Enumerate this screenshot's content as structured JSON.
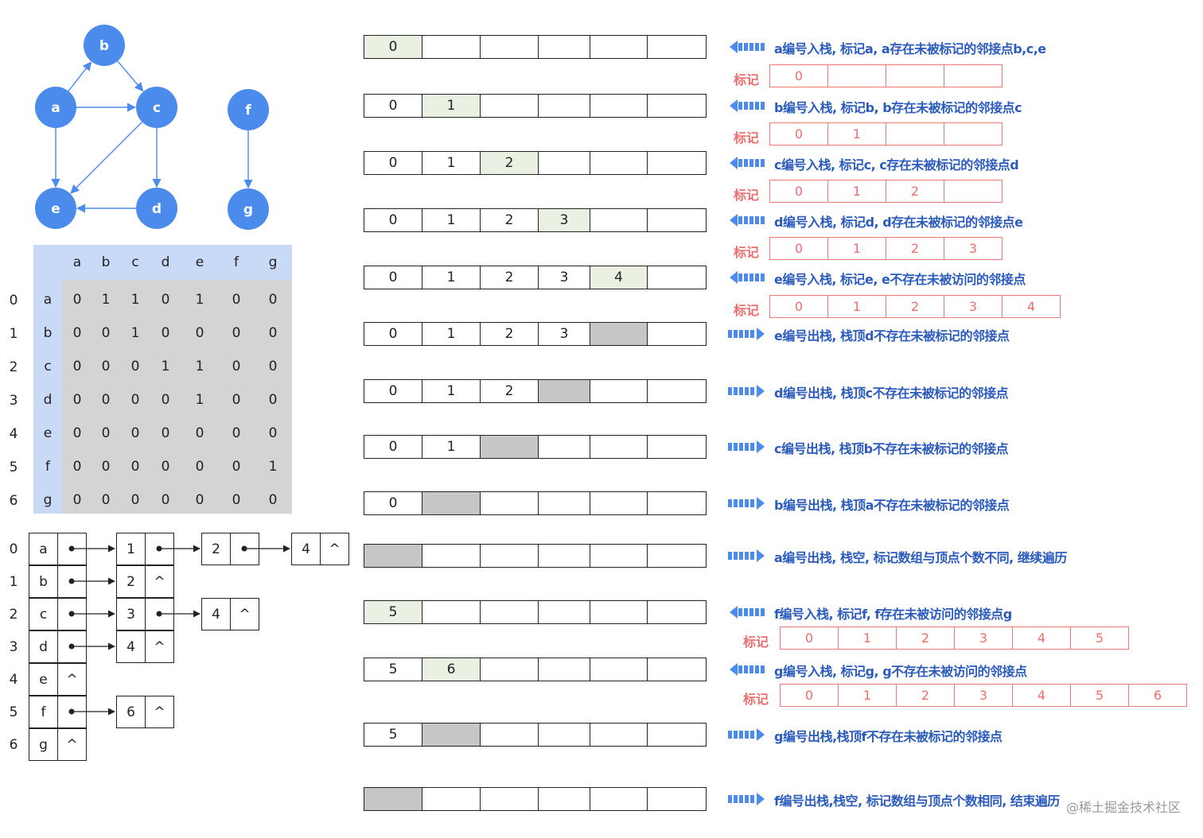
{
  "graph": {
    "nodes": [
      {
        "id": "a",
        "label": "a"
      },
      {
        "id": "b",
        "label": "b"
      },
      {
        "id": "c",
        "label": "c"
      },
      {
        "id": "d",
        "label": "d"
      },
      {
        "id": "e",
        "label": "e"
      },
      {
        "id": "f",
        "label": "f"
      },
      {
        "id": "g",
        "label": "g"
      }
    ],
    "edges": [
      [
        "a",
        "b"
      ],
      [
        "b",
        "c"
      ],
      [
        "a",
        "c"
      ],
      [
        "a",
        "e"
      ],
      [
        "c",
        "e"
      ],
      [
        "c",
        "d"
      ],
      [
        "d",
        "e"
      ],
      [
        "f",
        "g"
      ]
    ],
    "node_color": "#4a8bec"
  },
  "matrix": {
    "header": [
      "a",
      "b",
      "c",
      "d",
      "e",
      "f",
      "g"
    ],
    "row_index": [
      "0",
      "1",
      "2",
      "3",
      "4",
      "5",
      "6"
    ],
    "rows": [
      {
        "label": "a",
        "values": [
          "0",
          "1",
          "1",
          "0",
          "1",
          "0",
          "0"
        ]
      },
      {
        "label": "b",
        "values": [
          "0",
          "0",
          "1",
          "0",
          "0",
          "0",
          "0"
        ]
      },
      {
        "label": "c",
        "values": [
          "0",
          "0",
          "0",
          "1",
          "1",
          "0",
          "0"
        ]
      },
      {
        "label": "d",
        "values": [
          "0",
          "0",
          "0",
          "0",
          "1",
          "0",
          "0"
        ]
      },
      {
        "label": "e",
        "values": [
          "0",
          "0",
          "0",
          "0",
          "0",
          "0",
          "0"
        ]
      },
      {
        "label": "f",
        "values": [
          "0",
          "0",
          "0",
          "0",
          "0",
          "0",
          "1"
        ]
      },
      {
        "label": "g",
        "values": [
          "0",
          "0",
          "0",
          "0",
          "0",
          "0",
          "0"
        ]
      }
    ]
  },
  "adjlist": {
    "row_index": [
      "0",
      "1",
      "2",
      "3",
      "4",
      "5",
      "6"
    ],
    "rows": [
      {
        "label": "a",
        "nodes": [
          "1",
          "2",
          "4"
        ]
      },
      {
        "label": "b",
        "nodes": [
          "2"
        ]
      },
      {
        "label": "c",
        "nodes": [
          "3",
          "4"
        ]
      },
      {
        "label": "d",
        "nodes": [
          "4"
        ]
      },
      {
        "label": "e",
        "nodes": []
      },
      {
        "label": "f",
        "nodes": [
          "6"
        ]
      },
      {
        "label": "g",
        "nodes": []
      }
    ],
    "null_symbol": "^"
  },
  "mark_label": "标记",
  "steps": [
    {
      "stack": [
        "0"
      ],
      "state": "push",
      "dir": "left",
      "message": "a编号入栈, 标记a, a存在未被标记的邻接点b,c,e",
      "marks": [
        "0",
        "",
        "",
        ""
      ]
    },
    {
      "stack": [
        "0",
        "1"
      ],
      "state": "push",
      "dir": "left",
      "message": "b编号入栈, 标记b, b存在未被标记的邻接点c",
      "marks": [
        "0",
        "1",
        "",
        ""
      ]
    },
    {
      "stack": [
        "0",
        "1",
        "2"
      ],
      "state": "push",
      "dir": "left",
      "message": "c编号入栈, 标记c, c存在未被标记的邻接点d",
      "marks": [
        "0",
        "1",
        "2",
        ""
      ]
    },
    {
      "stack": [
        "0",
        "1",
        "2",
        "3"
      ],
      "state": "push",
      "dir": "left",
      "message": "d编号入栈, 标记d, d存在未被标记的邻接点e",
      "marks": [
        "0",
        "1",
        "2",
        "3"
      ]
    },
    {
      "stack": [
        "0",
        "1",
        "2",
        "3",
        "4"
      ],
      "state": "push",
      "dir": "left",
      "message": "e编号入栈, 标记e, e不存在未被访问的邻接点",
      "marks": [
        "0",
        "1",
        "2",
        "3",
        "4"
      ]
    },
    {
      "stack": [
        "0",
        "1",
        "2",
        "3"
      ],
      "state": "pop",
      "dir": "right",
      "message": "e编号出栈, 栈顶d不存在未被标记的邻接点"
    },
    {
      "stack": [
        "0",
        "1",
        "2"
      ],
      "state": "pop",
      "dir": "right",
      "message": "d编号出栈, 栈顶c不存在未被标记的邻接点"
    },
    {
      "stack": [
        "0",
        "1"
      ],
      "state": "pop",
      "dir": "right",
      "message": "c编号出栈, 栈顶b不存在未被标记的邻接点"
    },
    {
      "stack": [
        "0"
      ],
      "state": "pop",
      "dir": "right",
      "message": "b编号出栈, 栈顶a不存在未被标记的邻接点"
    },
    {
      "stack": [],
      "state": "pop",
      "dir": "right",
      "message": "a编号出栈, 栈空, 标记数组与顶点个数不同, 继续遍历"
    },
    {
      "stack": [
        "5"
      ],
      "state": "push",
      "dir": "left",
      "message": "f编号入栈, 标记f, f存在未被访问的邻接点g",
      "marks": [
        "0",
        "1",
        "2",
        "3",
        "4",
        "5"
      ]
    },
    {
      "stack": [
        "5",
        "6"
      ],
      "state": "push",
      "dir": "left",
      "message": "g编号入栈, 标记g, g不存在未被访问的邻接点",
      "marks": [
        "0",
        "1",
        "2",
        "3",
        "4",
        "5",
        "6"
      ]
    },
    {
      "stack": [
        "5"
      ],
      "state": "pop",
      "dir": "right",
      "message": "g编号出栈,栈顶f不存在未被标记的邻接点"
    },
    {
      "stack": [],
      "state": "pop",
      "dir": "right",
      "message": "f编号出栈,栈空, 标记数组与顶点个数相同, 结束遍历"
    }
  ],
  "watermark": "@稀土掘金技术社区",
  "colors": {
    "blue_text": "#2a5bbd",
    "arrow": "#4a8bec",
    "mark": "#ef6d6d",
    "push_fill": "#eaf1e3",
    "pop_fill": "#c6c6c6",
    "matrix_header": "#c9daf6",
    "matrix_body": "#d4d4d4"
  }
}
